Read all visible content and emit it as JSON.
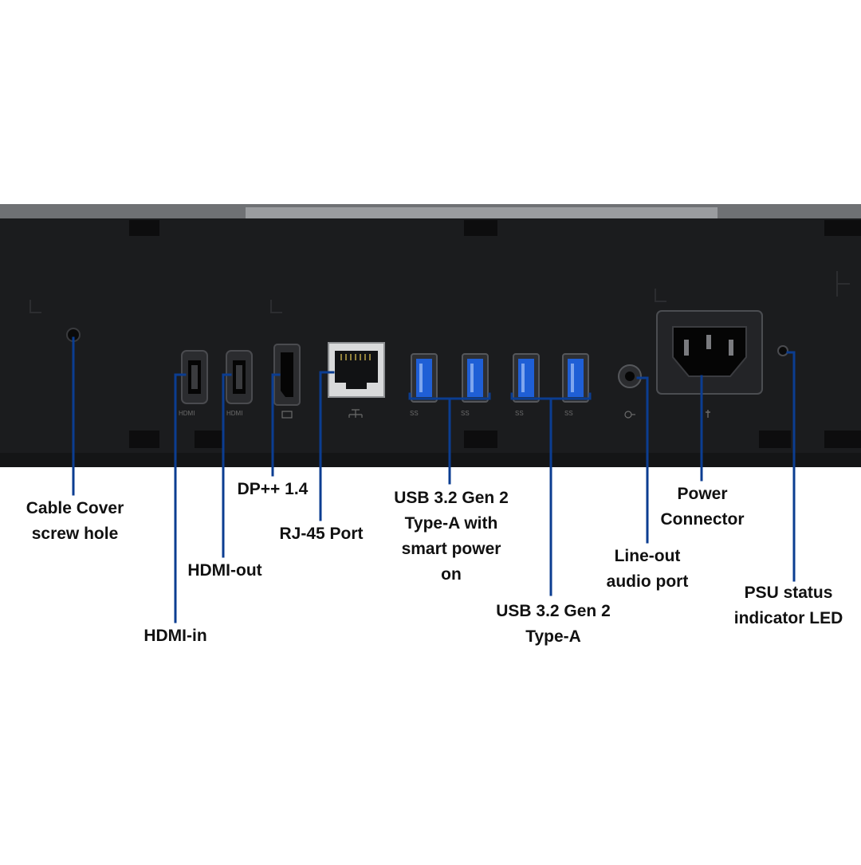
{
  "callouts": {
    "cable_cover": [
      "Cable Cover",
      "screw hole"
    ],
    "hdmi_in": [
      "HDMI-in"
    ],
    "hdmi_out": [
      "HDMI-out"
    ],
    "dp": [
      "DP++ 1.4"
    ],
    "rj45": [
      "RJ-45 Port"
    ],
    "usb_smart": [
      "USB 3.2 Gen 2",
      "Type-A with",
      "smart power",
      "on"
    ],
    "usb_std": [
      "USB 3.2 Gen 2",
      "Type-A"
    ],
    "line_out": [
      "Line-out",
      "audio port"
    ],
    "power": [
      "Power",
      "Connector"
    ],
    "psu_led": [
      "PSU status",
      "indicator LED"
    ]
  },
  "port_icons": {
    "hdmi_in": "HDMI",
    "hdmi_out": "HDMI",
    "usb_a": "SS",
    "usb_b": "SS",
    "usb_c": "SS",
    "usb_d": "SS"
  },
  "colors": {
    "leader": "#0b3d91",
    "device_body": "#1b1c1e",
    "device_top": "#7d7f82",
    "usb_blue": "#1f5fd6",
    "text": "#111111"
  }
}
